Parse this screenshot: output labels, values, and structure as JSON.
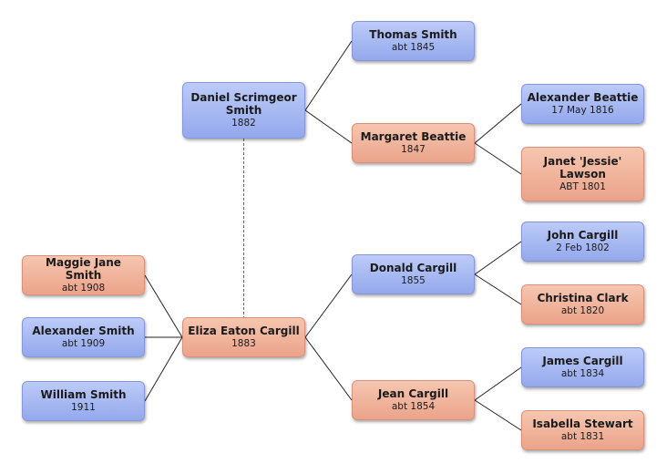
{
  "people": [
    {
      "id": "daniel",
      "name": "Daniel Scrimgeor Smith",
      "date": "1882",
      "sex": "male"
    },
    {
      "id": "thomas",
      "name": "Thomas Smith",
      "date": "abt 1845",
      "sex": "male"
    },
    {
      "id": "margaret",
      "name": "Margaret Beattie",
      "date": "1847",
      "sex": "female"
    },
    {
      "id": "alexander-beattie",
      "name": "Alexander Beattie",
      "date": "17 May 1816",
      "sex": "male"
    },
    {
      "id": "janet",
      "name": "Janet 'Jessie' Lawson",
      "date": "ABT 1801",
      "sex": "female"
    },
    {
      "id": "maggie",
      "name": "Maggie Jane Smith",
      "date": "abt 1908",
      "sex": "female"
    },
    {
      "id": "alexander-smith",
      "name": "Alexander Smith",
      "date": "abt 1909",
      "sex": "male"
    },
    {
      "id": "william",
      "name": "William Smith",
      "date": "1911",
      "sex": "male"
    },
    {
      "id": "eliza",
      "name": "Eliza Eaton Cargill",
      "date": "1883",
      "sex": "female"
    },
    {
      "id": "donald",
      "name": "Donald Cargill",
      "date": "1855",
      "sex": "male"
    },
    {
      "id": "jean",
      "name": "Jean Cargill",
      "date": "abt 1854",
      "sex": "female"
    },
    {
      "id": "john",
      "name": "John Cargill",
      "date": "2 Feb 1802",
      "sex": "male"
    },
    {
      "id": "christina",
      "name": "Christina Clark",
      "date": "abt 1820",
      "sex": "female"
    },
    {
      "id": "james",
      "name": "James Cargill",
      "date": "abt 1834",
      "sex": "male"
    },
    {
      "id": "isabella",
      "name": "Isabella Stewart",
      "date": "abt 1831",
      "sex": "female"
    }
  ],
  "parent_links": [
    {
      "child": "daniel",
      "parent": "thomas"
    },
    {
      "child": "daniel",
      "parent": "margaret"
    },
    {
      "child": "margaret",
      "parent": "alexander-beattie"
    },
    {
      "child": "margaret",
      "parent": "janet"
    },
    {
      "child": "eliza",
      "parent": "donald"
    },
    {
      "child": "eliza",
      "parent": "jean"
    },
    {
      "child": "donald",
      "parent": "john"
    },
    {
      "child": "donald",
      "parent": "christina"
    },
    {
      "child": "jean",
      "parent": "james"
    },
    {
      "child": "jean",
      "parent": "isabella"
    },
    {
      "child": "maggie",
      "parent": "eliza"
    },
    {
      "child": "alexander-smith",
      "parent": "eliza"
    },
    {
      "child": "william",
      "parent": "eliza"
    }
  ],
  "spouse_links": [
    {
      "a": "daniel",
      "b": "eliza"
    }
  ]
}
